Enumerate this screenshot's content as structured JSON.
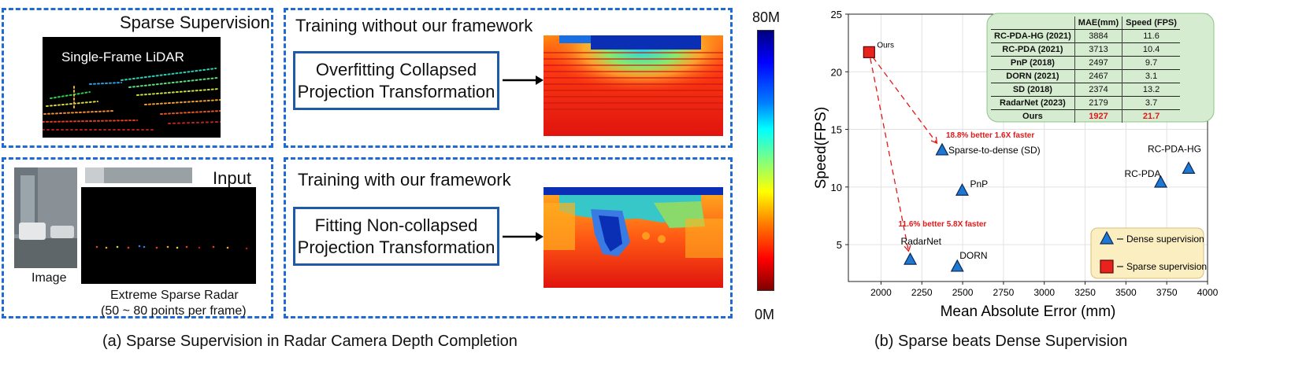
{
  "left_panel": {
    "sparse_supervision_title": "Sparse Supervision",
    "lidar_label": "Single-Frame LiDAR",
    "input_title": "Input",
    "image_label": "Image",
    "radar_label_line1": "Extreme Sparse Radar",
    "radar_label_line2": "(50 ~ 80 points per frame)",
    "without_title": "Training without our framework",
    "without_box_line1": "Overfitting Collapsed",
    "without_box_line2": "Projection Transformation",
    "with_title": "Training with our framework",
    "with_box_line1": "Fitting Non-collapsed",
    "with_box_line2": "Projection Transformation",
    "colorbar_top": "80M",
    "colorbar_bottom": "0M",
    "caption": "(a) Sparse Supervision in Radar Camera Depth Completion"
  },
  "right_panel": {
    "caption": "(b) Sparse beats Dense Supervision",
    "legend": {
      "dense": "Dense supervision",
      "sparse": "Sparse supervision"
    },
    "annotations": {
      "sd": "18.8% better 1.6X faster",
      "radarnet": "11.6% better 5.8X faster"
    },
    "table": {
      "headers": [
        "",
        "MAE(mm)",
        "Speed (FPS)"
      ],
      "rows": [
        {
          "method": "RC-PDA-HG (2021)",
          "mae": "3884",
          "fps": "11.6"
        },
        {
          "method": "RC-PDA (2021)",
          "mae": "3713",
          "fps": "10.4"
        },
        {
          "method": "PnP (2018)",
          "mae": "2497",
          "fps": "9.7"
        },
        {
          "method": "DORN (2021)",
          "mae": "2467",
          "fps": "3.1"
        },
        {
          "method": "SD (2018)",
          "mae": "2374",
          "fps": "13.2"
        },
        {
          "method": "RadarNet (2023)",
          "mae": "2179",
          "fps": "3.7"
        }
      ],
      "ours": {
        "method": "Ours",
        "mae": "1927",
        "fps": "21.7"
      }
    }
  },
  "colors": {
    "dashed_blue": "#1f6ad3",
    "dense_marker": "#1f77d4",
    "sparse_marker": "#e8221c",
    "annotation_red": "#e31919",
    "table_bg": "#d6ecd0",
    "legend_bg": "#fbeec0"
  },
  "chart_data": {
    "type": "scatter",
    "xlabel": "Mean Absolute Error (mm)",
    "ylabel": "Speed(FPS)",
    "xlim": [
      1800,
      4000
    ],
    "ylim": [
      1.8,
      25
    ],
    "xticks": [
      2000,
      2250,
      2500,
      2750,
      3000,
      3250,
      3500,
      3750,
      4000
    ],
    "yticks": [
      5,
      10,
      15,
      20,
      25
    ],
    "grid": true,
    "legend_position": "bottom-right",
    "series": [
      {
        "name": "Dense supervision",
        "marker": "triangle",
        "points": [
          {
            "label": "RC-PDA-HG",
            "x": 3884,
            "y": 11.6
          },
          {
            "label": "RC-PDA",
            "x": 3713,
            "y": 10.4
          },
          {
            "label": "PnP",
            "x": 2497,
            "y": 9.7
          },
          {
            "label": "DORN",
            "x": 2467,
            "y": 3.1
          },
          {
            "label": "Sparse-to-dense (SD)",
            "x": 2374,
            "y": 13.2
          },
          {
            "label": "RadarNet",
            "x": 2179,
            "y": 3.7
          }
        ]
      },
      {
        "name": "Sparse supervision",
        "marker": "square",
        "points": [
          {
            "label": "Ours",
            "x": 1927,
            "y": 21.7
          }
        ]
      }
    ]
  }
}
